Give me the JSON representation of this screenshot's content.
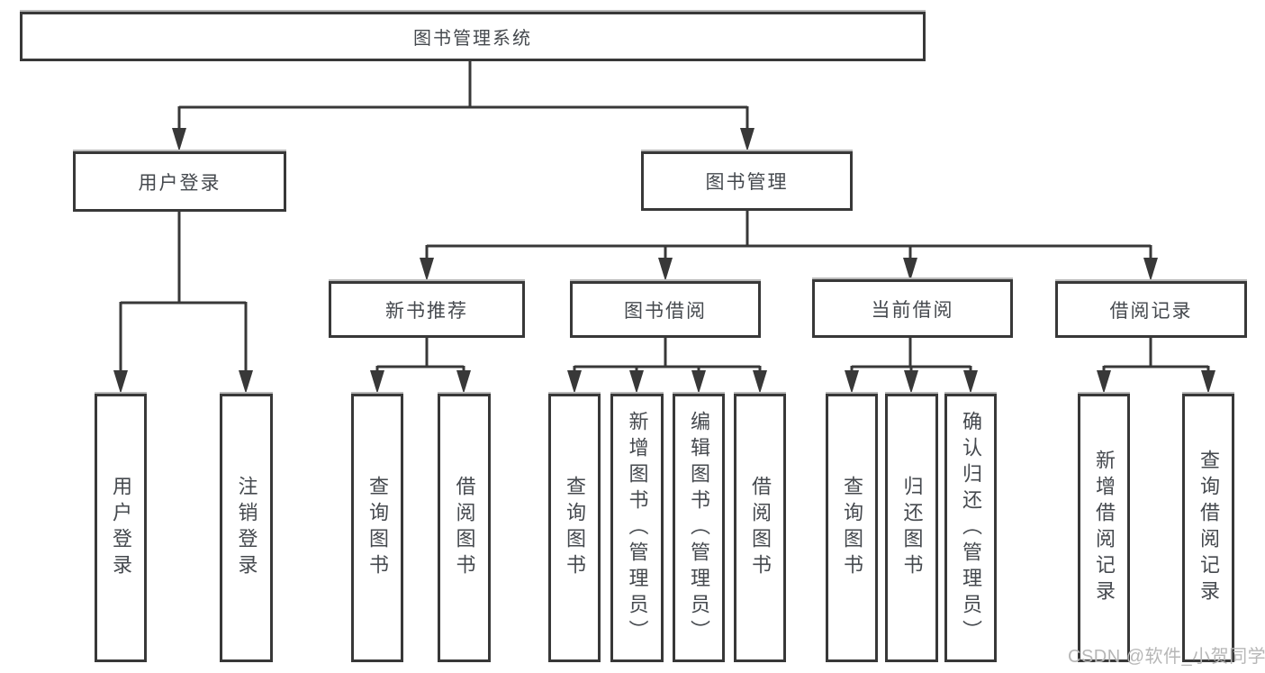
{
  "diagram": {
    "nodes": {
      "root": "图书管理系统",
      "user_login_branch": "用户登录",
      "book_management": "图书管理",
      "new_book_recommend": "新书推荐",
      "book_borrowing": "图书借阅",
      "current_borrowing": "当前借阅",
      "borrow_records": "借阅记录",
      "leaf_user_login": "用户登录",
      "leaf_logout": "注销登录",
      "leaf_nb_query_books": "查询图书",
      "leaf_nb_borrow_books": "借阅图书",
      "leaf_bb_query_books": "查询图书",
      "leaf_bb_add_books_admin": "新增图书（管理员）",
      "leaf_bb_edit_books_admin": "编辑图书（管理员）",
      "leaf_bb_borrow_books": "借阅图书",
      "leaf_cb_query_books": "查询图书",
      "leaf_cb_return_books": "归还图书",
      "leaf_cb_confirm_return_admin": "确认归还（管理员）",
      "leaf_rec_add_record": "新增借阅记录",
      "leaf_rec_query_record": "查询借阅记录"
    },
    "watermark": "CSDN @软件_小贺同学",
    "colors": {
      "line": "#383838",
      "box_border": "#383838",
      "text": "#45494e",
      "watermark": "#b7b7b7",
      "background": "#ffffff"
    }
  }
}
